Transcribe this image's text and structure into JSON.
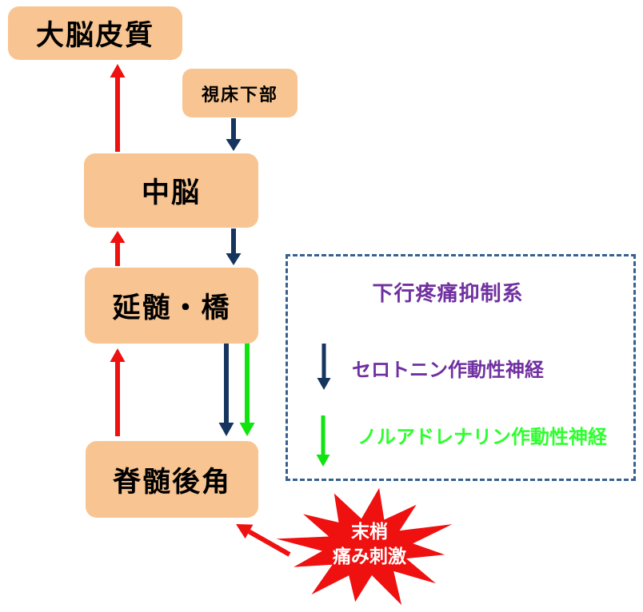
{
  "boxes": {
    "cortex": {
      "label": "大脳皮質"
    },
    "hypothalamus": {
      "label": "視床下部"
    },
    "midbrain": {
      "label": "中脳"
    },
    "medulla_pons": {
      "label": "延髄・橋"
    },
    "dorsal_horn": {
      "label": "脊髄後角"
    }
  },
  "legend": {
    "title": "下行疼痛抑制系",
    "title_color": "#7030A0",
    "serotonin": {
      "label": "セロトニン作動性神経",
      "color": "#7030A0"
    },
    "noradrenaline": {
      "label": "ノルアドレナリン作動性神経",
      "color": "#2DFF2D"
    }
  },
  "starburst": {
    "line1": "末梢",
    "line2": "痛み刺激"
  },
  "colors": {
    "box_fill": "#F8C491",
    "ascending_arrow_red": "#EF1010",
    "serotonin_arrow_navy": "#16355E",
    "noradrenaline_arrow_green": "#0FE40F",
    "legend_border_blue": "#36618F",
    "starburst_fill_red": "#EF1010",
    "starburst_text_white": "#FFFFFF"
  }
}
